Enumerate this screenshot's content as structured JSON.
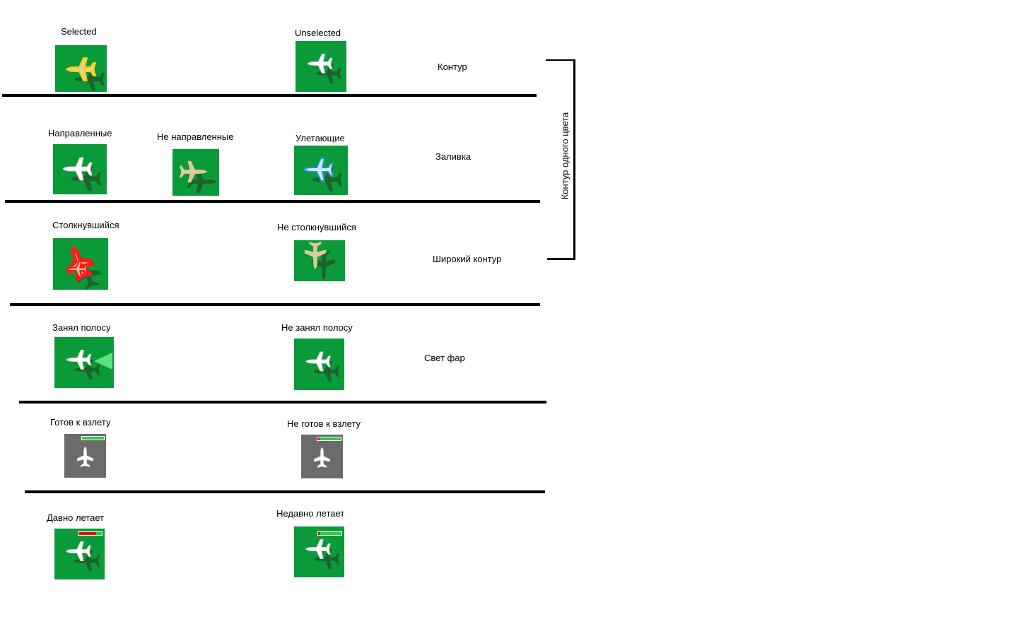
{
  "rows": {
    "outline": {
      "left": "Selected",
      "right": "Unselected",
      "side": "Контур"
    },
    "fill": {
      "left": "Направленные",
      "middle": "Не направленные",
      "right": "Улетающие",
      "side": "Заливка"
    },
    "wide_outline": {
      "left": "Столкнувшийся",
      "right": "Не столкнувшийся",
      "side": "Широкий контур"
    },
    "headlights": {
      "left": "Занял полосу",
      "right": "Не занял полосу",
      "side": "Свет фар"
    },
    "takeoff": {
      "left": "Готов к взлету",
      "right": "Не готов к взлету",
      "left_progress": 1.0,
      "right_progress": 0.1
    },
    "flight_time": {
      "left": "Давно летает",
      "right": "Недавно летает",
      "left_progress": 0.75,
      "right_progress": 0.1
    }
  },
  "bracket_label": "Контур одного цвета",
  "colors": {
    "tile_green": "#0b9a3a",
    "tile_grey": "#6b6b6b",
    "plane_white": "#ffffff",
    "plane_beige": "#d9c9a3",
    "selected_fill": "#e8d080",
    "selected_outline": "#f0d000",
    "leaving_fill": "#cfe6f5",
    "leaving_outline": "#2a8fd8",
    "collided_outline": "#ff1a1a",
    "shadow": "#1d5a2a",
    "headlight": "#7dff9a",
    "bar_green": "#2ecc40",
    "bar_red": "#e01010"
  },
  "icons": [
    "airplane-icon",
    "airplane-shadow-icon",
    "headlight-beam-icon",
    "progress-bar"
  ]
}
